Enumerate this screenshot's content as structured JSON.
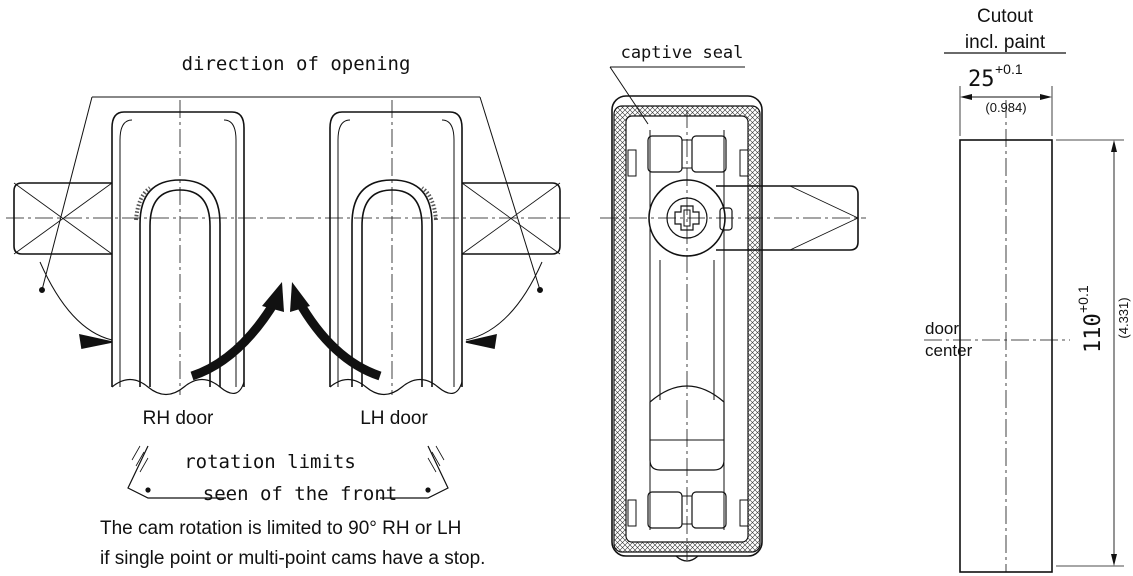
{
  "labels": {
    "direction_of_opening": "direction of opening",
    "rh_door": "RH door",
    "lh_door": "LH door",
    "rotation_limits_line1": "rotation limits",
    "rotation_limits_line2": "seen of the front",
    "note_line1": "The cam rotation is limited to 90° RH  or LH",
    "note_line2": "if single point or multi-point cams have a stop.",
    "captive_seal": "captive seal",
    "cutout_title_line1": "Cutout",
    "cutout_title_line2": "incl. paint",
    "width_value": "25",
    "width_tolerance": "+0.1",
    "width_inch": "(0.984)",
    "height_value": "110",
    "height_tolerance": "+0.1",
    "height_inch": "(4.331)",
    "door_center_line1": "door",
    "door_center_line2": "center"
  },
  "colors": {
    "line": "#111111",
    "hatch": "#555555"
  }
}
